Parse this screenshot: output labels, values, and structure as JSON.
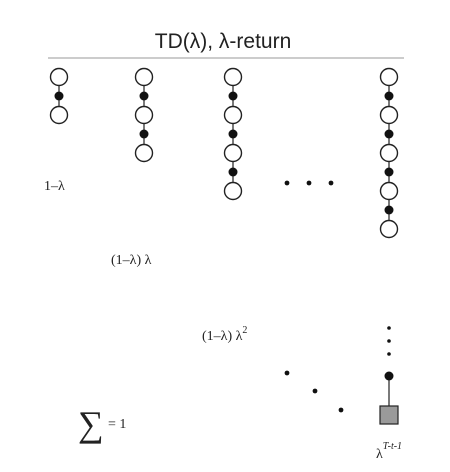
{
  "title": "TD(λ), λ-return",
  "weights": [
    {
      "base": "1–λ",
      "sup": ""
    },
    {
      "base": "(1–λ) λ",
      "sup": ""
    },
    {
      "base": "(1–λ) λ",
      "sup": "2"
    },
    {
      "base": "λ",
      "sup": "T-t-1"
    }
  ],
  "sum": {
    "symbol": "∑",
    "text": "= 1"
  },
  "chains": [
    {
      "steps": 1
    },
    {
      "steps": 2
    },
    {
      "steps": 3
    },
    {
      "steps": 4,
      "terminal": true
    }
  ]
}
